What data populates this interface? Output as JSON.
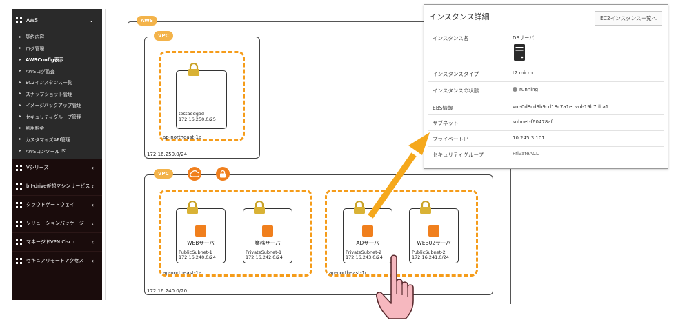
{
  "sidebar": {
    "aws_group": "AWS",
    "aws_items": [
      {
        "label": "契約内容"
      },
      {
        "label": "ログ管理"
      },
      {
        "label": "AWSConfig表示",
        "bold": true
      },
      {
        "label": "AWSログ監査"
      },
      {
        "label": "EC2インスタンス一覧"
      },
      {
        "label": "スナップショット管理"
      },
      {
        "label": "イメージバックアップ管理"
      },
      {
        "label": "セキュリティグループ管理"
      },
      {
        "label": "利用料金"
      },
      {
        "label": "カスタマイズAPI管理"
      },
      {
        "label": "AWSコンソール",
        "external": true
      }
    ],
    "groups": [
      {
        "label": "Vシリーズ"
      },
      {
        "label": "bit-drive仮想マシンサービス"
      },
      {
        "label": "クラウドゲートウェイ"
      },
      {
        "label": "ソリューションパッケージ"
      },
      {
        "label": "マネージドVPN Cisco"
      },
      {
        "label": "セキュアリモートアクセス"
      }
    ]
  },
  "diagram": {
    "aws_badge": "AWS",
    "vpc_badge": "VPC",
    "vpc1": {
      "subnet_name": "testaddgad",
      "subnet_cidr": "172.16.250.0/25",
      "az": "ap-northeast-1a",
      "cidr": "172.16.250.0/24"
    },
    "vpc2": {
      "az_a": "ap-northeast-1a",
      "az_c": "ap-northeast-1c",
      "cidr": "172.16.240.0/20",
      "subnets": [
        {
          "name": "WEBサーバ",
          "subnet": "PublicSubnet-1",
          "cidr": "172.16.240.0/24"
        },
        {
          "name": "業務サーバ",
          "subnet": "PrivateSubnet-1",
          "cidr": "172.16.242.0/24"
        },
        {
          "name": "ADサーバ",
          "subnet": "PrivateSubnet-2",
          "cidr": "172.16.243.0/24"
        },
        {
          "name": "WEB02サーバ",
          "subnet": "PublicSubnet-2",
          "cidr": "172.16.241.0/24"
        }
      ]
    }
  },
  "panel": {
    "title": "インスタンス詳細",
    "button": "EC2インスタンス一覧へ",
    "rows": [
      {
        "key": "インスタンス名",
        "value": "DBサーバ"
      },
      {
        "key": "インスタンスタイプ",
        "value": "t2.micro"
      },
      {
        "key": "インスタンスの状態",
        "value": "running"
      },
      {
        "key": "EBS情報",
        "value": "vol-0d8cd3b9cd18c7a1e, vol-19b7dba1"
      },
      {
        "key": "サブネット",
        "value": "subnet-f60478af"
      },
      {
        "key": "プライベートIP",
        "value": "10.245.3.101"
      },
      {
        "key": "セキュリティグループ",
        "value": "PrivateACL"
      }
    ]
  },
  "colors": {
    "accent_orange": "#f59c1a",
    "instance_orange": "#f07f1d",
    "sidebar_bg": "#1a0c0c",
    "arrow": "#f5a81c"
  }
}
